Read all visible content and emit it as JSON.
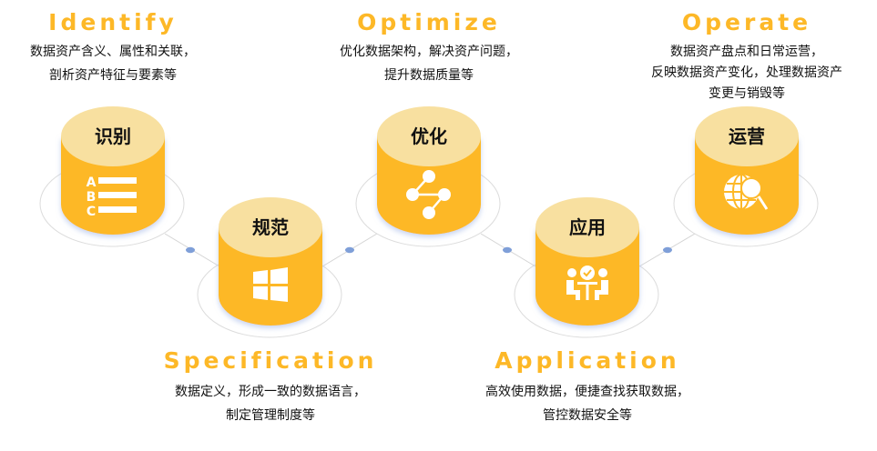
{
  "colors": {
    "accent": "#FDB827",
    "cylinder_top": "#F8E0A0",
    "cylinder_body": "#FDB827",
    "connector": "#7F9FD8"
  },
  "stages": [
    {
      "id": "identify",
      "title": "Identify",
      "label": "识别",
      "icon": "abc-list-icon",
      "desc": [
        "数据资产含义、属性和关联，",
        "剖析资产特征与要素等"
      ]
    },
    {
      "id": "specification",
      "title": "Specification",
      "label": "规范",
      "icon": "windows-grid-icon",
      "desc": [
        "数据定义，形成一致的数据语言，",
        "制定管理制度等"
      ]
    },
    {
      "id": "optimize",
      "title": "Optimize",
      "label": "优化",
      "icon": "share-nodes-icon",
      "desc": [
        "优化数据架构，解决资产问题，",
        "提升数据质量等"
      ]
    },
    {
      "id": "application",
      "title": "Application",
      "label": "应用",
      "icon": "people-check-icon",
      "desc": [
        "高效使用数据，便捷查找获取数据，",
        "管控数据安全等"
      ]
    },
    {
      "id": "operate",
      "title": "Operate",
      "label": "运营",
      "icon": "globe-search-icon",
      "desc": [
        "数据资产盘点和日常运营，",
        "反映数据资产变化，处理数据资产",
        "变更与销毁等"
      ]
    }
  ],
  "icon_letters": [
    "A",
    "B",
    "C"
  ]
}
